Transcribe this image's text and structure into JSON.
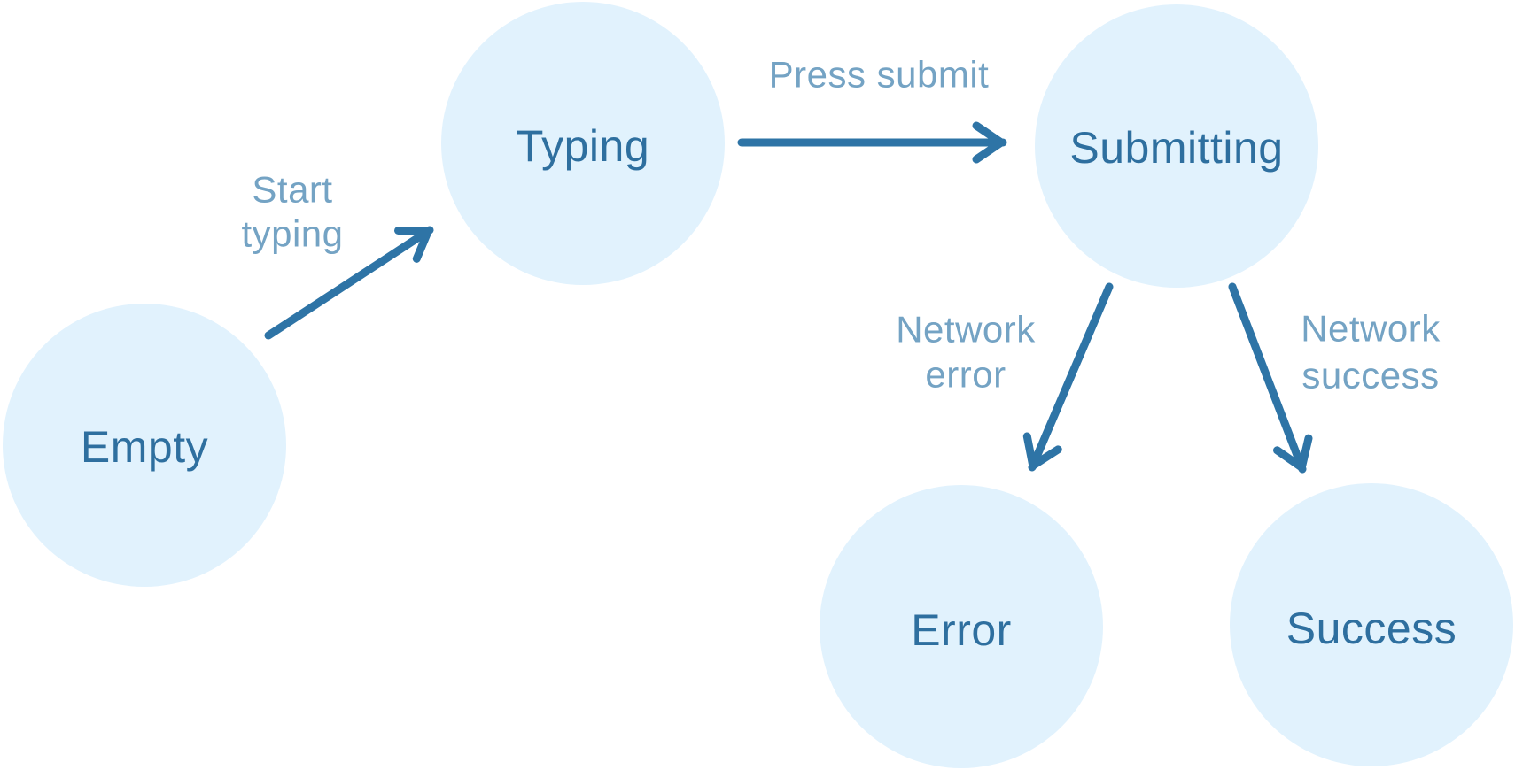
{
  "diagram": {
    "type": "state-machine",
    "nodes": [
      {
        "id": "empty",
        "label": "Empty"
      },
      {
        "id": "typing",
        "label": "Typing"
      },
      {
        "id": "submitting",
        "label": "Submitting"
      },
      {
        "id": "error",
        "label": "Error"
      },
      {
        "id": "success",
        "label": "Success"
      }
    ],
    "edges": [
      {
        "from": "empty",
        "to": "typing",
        "label": "Start typing",
        "label_lines": [
          "Start",
          "typing"
        ]
      },
      {
        "from": "typing",
        "to": "submitting",
        "label": "Press submit",
        "label_lines": [
          "Press submit"
        ]
      },
      {
        "from": "submitting",
        "to": "error",
        "label": "Network error",
        "label_lines": [
          "Network",
          "error"
        ]
      },
      {
        "from": "submitting",
        "to": "success",
        "label": "Network success",
        "label_lines": [
          "Network",
          "success"
        ]
      }
    ],
    "colors": {
      "background": "#ffffff",
      "node_fill": "#e1f2fd",
      "node_text": "#2e6f9f",
      "arrow": "#2e74a6",
      "edge_label": "#74a3c4"
    }
  }
}
